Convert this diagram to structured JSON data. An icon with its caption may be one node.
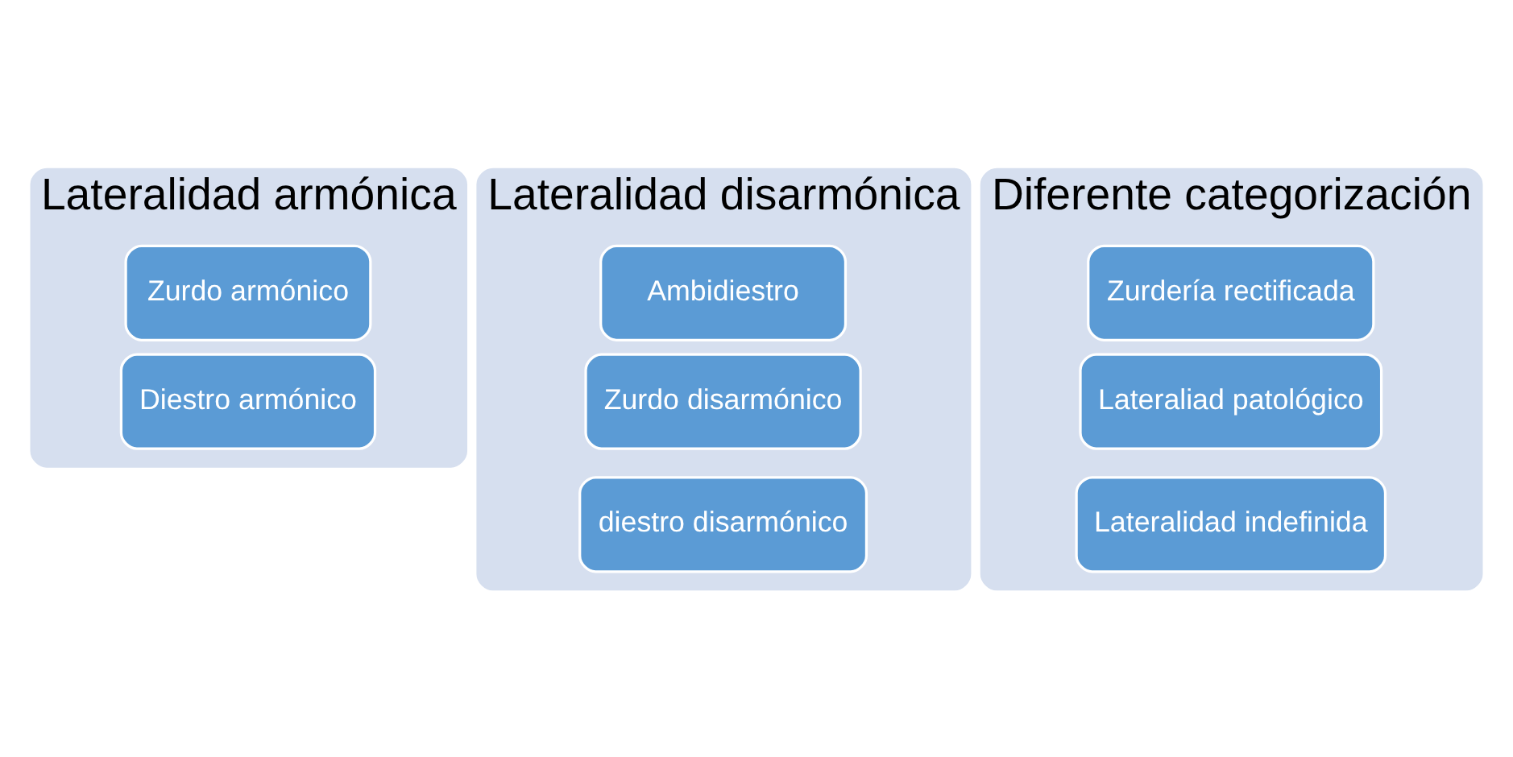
{
  "diagram": {
    "nodes": [
      {
        "text": [
          "Lateralidad armónica"
        ]
      },
      {
        "text": [
          "Zurdo armónico"
        ],
        "in": 0
      },
      {
        "text": [
          "Diestro armónico"
        ],
        "in": 0
      },
      {
        "text": [
          "Lateralidad disarmónica"
        ]
      },
      {
        "text": [
          "Ambidiestro"
        ],
        "in": 3
      },
      {
        "text": [
          "Zurdo disarmónico"
        ],
        "in": 3
      },
      {
        "text": [
          "diestro disarmónico"
        ],
        "in": 3
      },
      {
        "text": [
          "Diferente categorización"
        ]
      },
      {
        "text": [
          "Zurdería rectificada"
        ],
        "in": 7
      },
      {
        "text": [
          "Lateraliad patológico"
        ],
        "in": 7
      },
      {
        "text": [
          "Lateralidad indefinida"
        ],
        "in": 7
      }
    ]
  }
}
